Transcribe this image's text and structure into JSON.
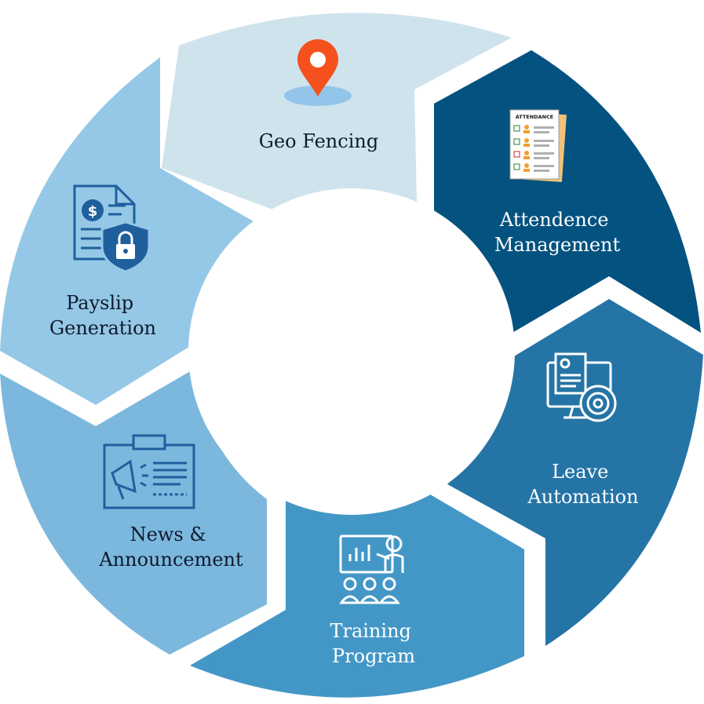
{
  "segments": [
    {
      "id": "geo-fencing",
      "lines": [
        "Geo Fencing"
      ],
      "icon": "location-pin-icon",
      "color": "#cfe3ed"
    },
    {
      "id": "attendance",
      "lines": [
        "Attendence",
        "Management"
      ],
      "icon": "attendance-sheet-icon",
      "color": "#04527f"
    },
    {
      "id": "leave",
      "lines": [
        "Leave",
        "Automation"
      ],
      "icon": "document-gear-icon",
      "color": "#2574a6"
    },
    {
      "id": "training",
      "lines": [
        "Training",
        "Program"
      ],
      "icon": "trainer-audience-icon",
      "color": "#4397c6"
    },
    {
      "id": "news",
      "lines": [
        "News &",
        "Announcement"
      ],
      "icon": "megaphone-board-icon",
      "color": "#7cb8dd"
    },
    {
      "id": "payslip",
      "lines": [
        "Payslip",
        "Generation"
      ],
      "icon": "payslip-lock-icon",
      "color": "#95c8e6"
    }
  ],
  "attendance_sheet_title": "ATTENDANCE",
  "colors": {
    "pin": "#f4511e",
    "pin_base": "#93c5ea",
    "icon_blue": "#1f5f9e",
    "icon_orange": "#f0a030",
    "background": "#ffffff"
  }
}
